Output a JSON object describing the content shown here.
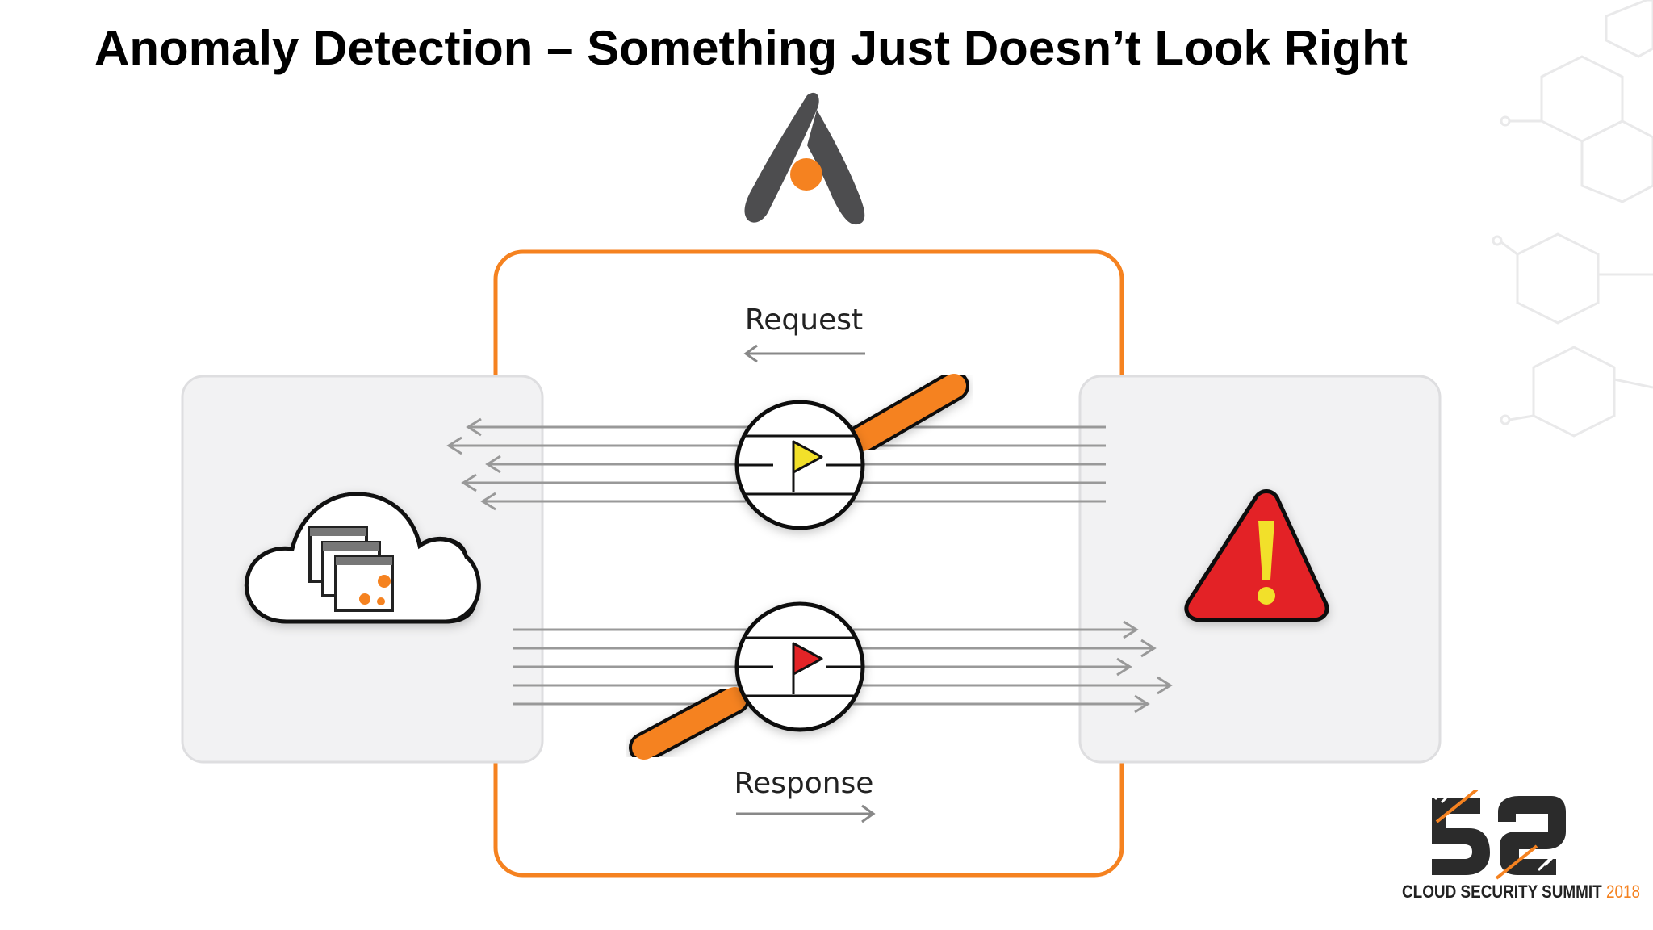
{
  "slide": {
    "title": "Anomaly Detection – Something Just Doesn’t Look Right"
  },
  "diagram": {
    "request_label": "Request",
    "response_label": "Response",
    "left_node_icon": "cloud-apps-icon",
    "right_node_icon": "warning-icon",
    "top_logo_icon": "brand-a-logo-icon",
    "request_flag_icon": "yellow-flag-icon",
    "response_flag_icon": "red-flag-icon",
    "colors": {
      "accent": "#f58220",
      "panel": "#f2f2f3",
      "line": "#999999",
      "warning": "#e32427",
      "request_flag": "#f2e02a",
      "response_flag": "#e32427",
      "logo_dark": "#4d4d4f"
    }
  },
  "footer": {
    "event_name": "CLOUD SECURITY SUMMIT",
    "event_year": "2018"
  }
}
